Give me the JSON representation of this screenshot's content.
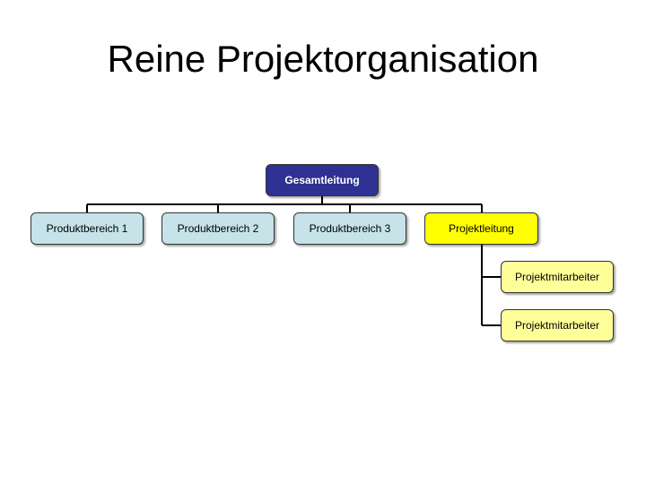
{
  "title": "Reine Projektorganisation",
  "colors": {
    "top": "#2e3192",
    "product": "#c5e3e8",
    "project": "#ffff00",
    "staff": "#ffff99",
    "line": "#000000"
  },
  "nodes": {
    "top": "Gesamtleitung",
    "product_1": "Produktbereich 1",
    "product_2": "Produktbereich 2",
    "product_3": "Produktbereich 3",
    "project_lead": "Projektleitung",
    "staff_1": "Projektmitarbeiter",
    "staff_2": "Projektmitarbeiter"
  }
}
